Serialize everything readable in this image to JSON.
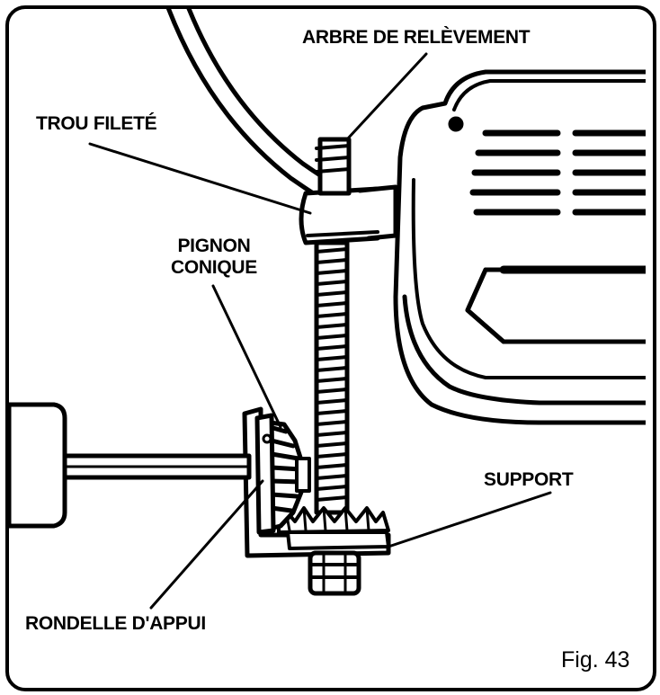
{
  "labels": {
    "arbre": "ARBRE DE RELÈVEMENT",
    "trou": "TROU FILETÉ",
    "pignon": "PIGNON\nCONIQUE",
    "pignon_line1": "PIGNON",
    "pignon_line2": "CONIQUE",
    "support": "SUPPORT",
    "rondelle": "RONDELLE D'APPUI"
  },
  "figure": "Fig. 43",
  "colors": {
    "ink": "#000000",
    "paper": "#ffffff"
  }
}
